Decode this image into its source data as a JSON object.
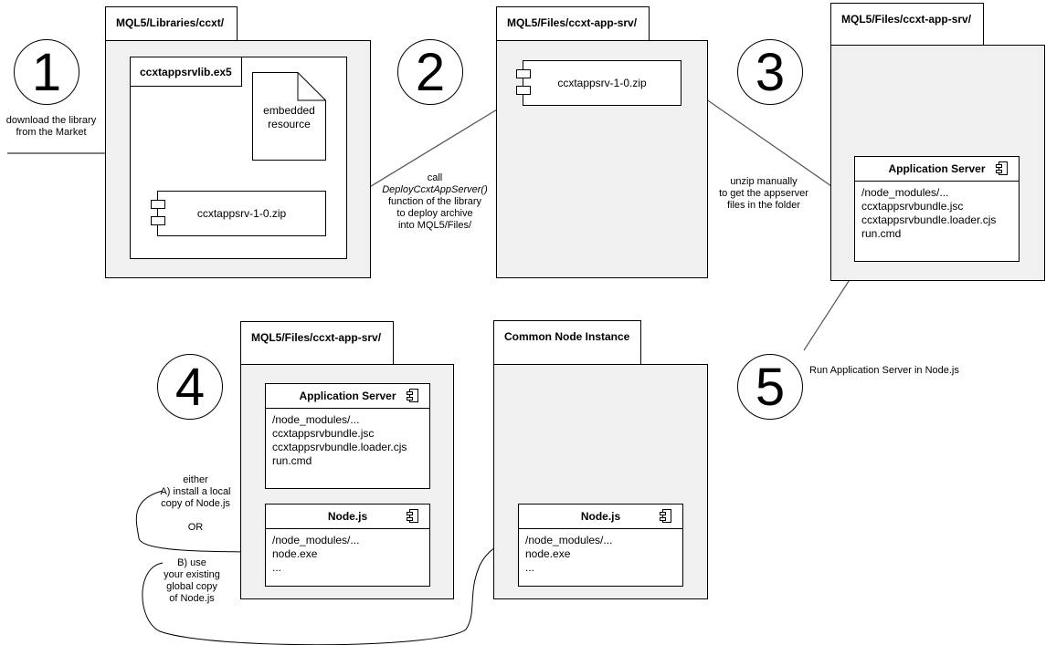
{
  "packages": {
    "libraries": {
      "title": "MQL5/Libraries/ccxt/"
    },
    "files_step2": {
      "title": "MQL5/Files/ccxt-app-srv/"
    },
    "files_step3": {
      "title": "MQL5/Files/ccxt-app-srv/"
    },
    "files_step4": {
      "title": "MQL5/Files/ccxt-app-srv/"
    },
    "node_instance": {
      "title": "Common Node Instance"
    }
  },
  "library_box": {
    "title": "ccxtappsrvlib.ex5"
  },
  "embedded_resource": {
    "line1": "embedded",
    "line2": "resource"
  },
  "zip_label": "ccxtappsrv-1-0.zip",
  "step_numbers": [
    "1",
    "2",
    "3",
    "4",
    "5"
  ],
  "app_server": {
    "title": "Application Server",
    "files": [
      "/node_modules/...",
      "ccxtappsrvbundle.jsc",
      "ccxtappsrvbundle.loader.cjs",
      "run.cmd"
    ]
  },
  "nodejs": {
    "title": "Node.js",
    "files": [
      "/node_modules/...",
      "node.exe",
      "..."
    ]
  },
  "notes": {
    "download": [
      "download the library",
      "from the Market"
    ],
    "call": [
      "call",
      "DeployCcxtAppServer()",
      "function of the library",
      "to deploy archive",
      "into MQL5/Files/"
    ],
    "unzip": [
      "unzip manually",
      "to get the appserver",
      "files in the folder"
    ],
    "run": "Run Application Server in Node.js",
    "option_a": [
      "either",
      "A) install a local",
      "copy of Node.js",
      "",
      "OR"
    ],
    "option_b": [
      "B) use",
      "your existing",
      "global copy",
      "of Node.js"
    ]
  }
}
